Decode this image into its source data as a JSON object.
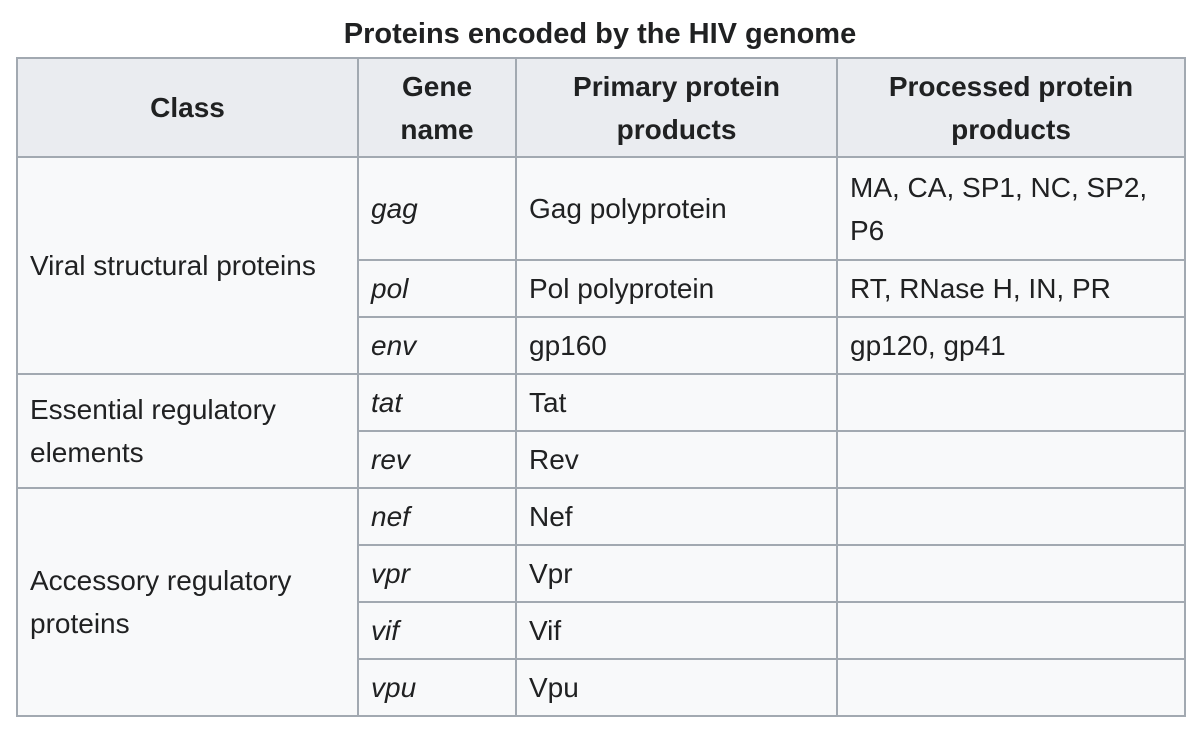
{
  "caption": "Proteins encoded by the HIV genome",
  "headers": {
    "class": "Class",
    "gene": "Gene name",
    "primary": "Primary protein products",
    "processed": "Processed protein products"
  },
  "groups": [
    {
      "class": "Viral structural proteins",
      "rows": [
        {
          "gene": "gag",
          "primary": "Gag polyprotein",
          "processed": "MA, CA, SP1, NC, SP2, P6"
        },
        {
          "gene": "pol",
          "primary": "Pol polyprotein",
          "processed": "RT, RNase H, IN, PR"
        },
        {
          "gene": "env",
          "primary": "gp160",
          "processed": "gp120, gp41"
        }
      ]
    },
    {
      "class": "Essential regulatory elements",
      "rows": [
        {
          "gene": "tat",
          "primary": "Tat",
          "processed": ""
        },
        {
          "gene": "rev",
          "primary": "Rev",
          "processed": ""
        }
      ]
    },
    {
      "class": "Accessory regulatory proteins",
      "rows": [
        {
          "gene": "nef",
          "primary": "Nef",
          "processed": ""
        },
        {
          "gene": "vpr",
          "primary": "Vpr",
          "processed": ""
        },
        {
          "gene": "vif",
          "primary": "Vif",
          "processed": ""
        },
        {
          "gene": "vpu",
          "primary": "Vpu",
          "processed": ""
        }
      ]
    }
  ]
}
